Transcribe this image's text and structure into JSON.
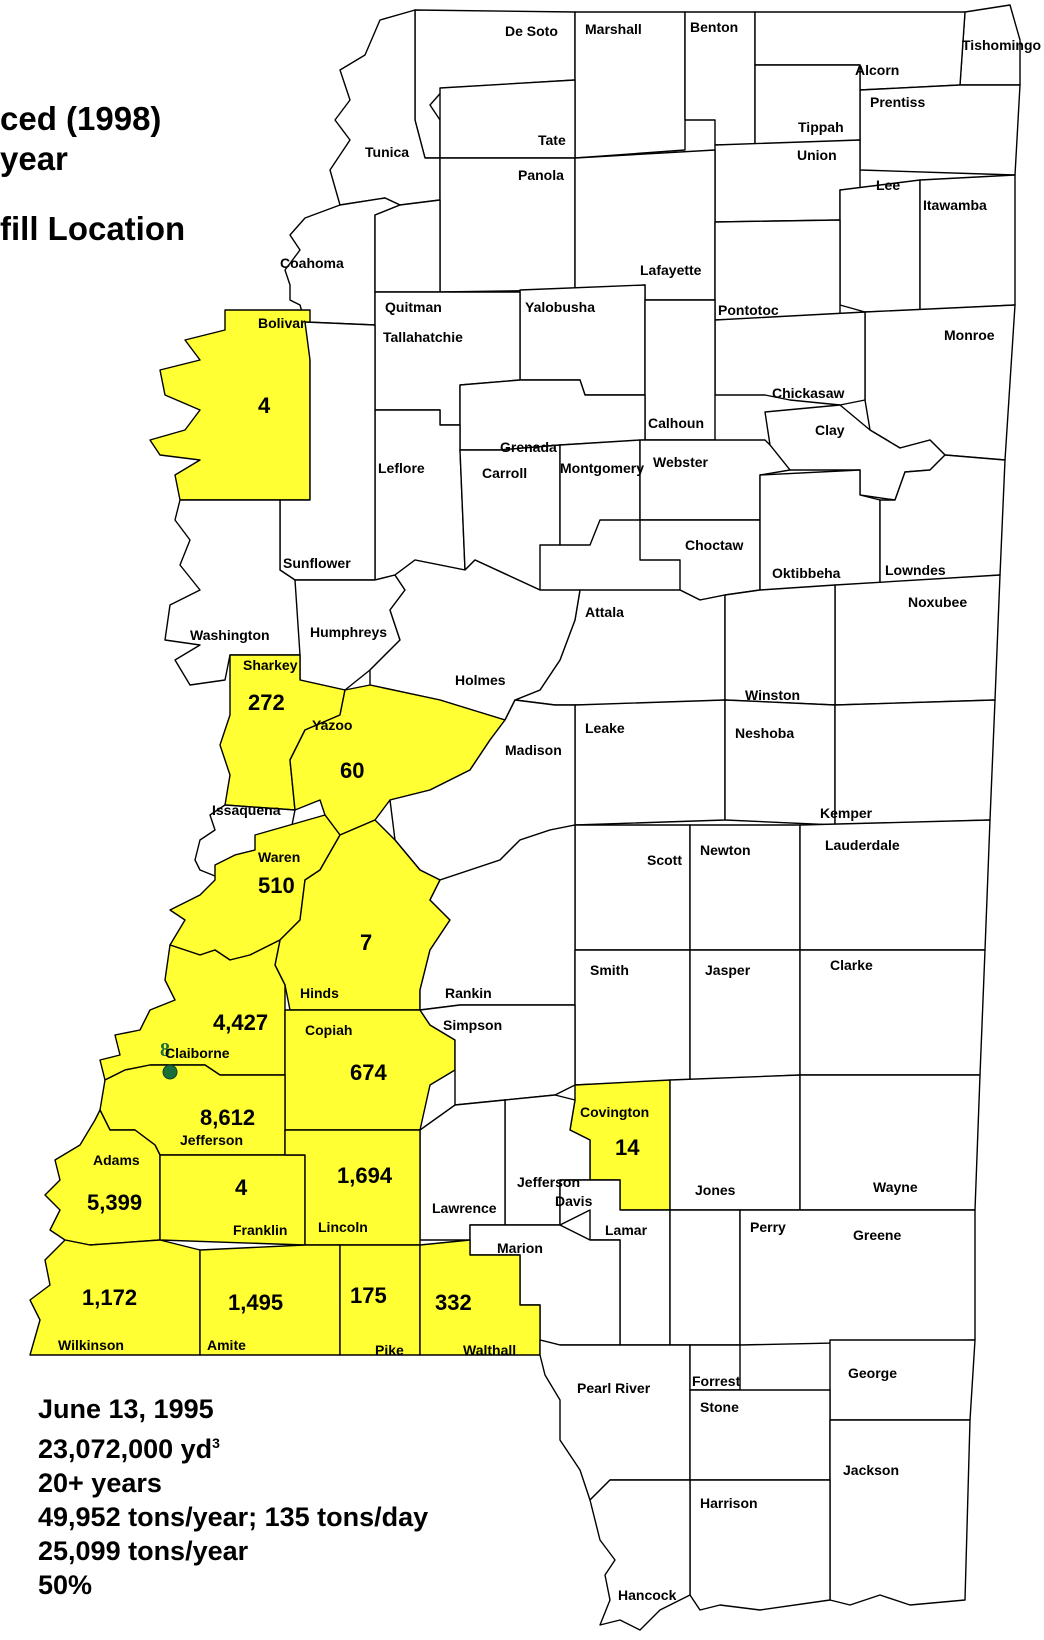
{
  "legend": {
    "line1": "ced (1998)",
    "line2": "year",
    "line3": "fill Location"
  },
  "landfill_marker": {
    "label": "8",
    "color": "#1a6e3a"
  },
  "colors": {
    "highlight": "#ffff33",
    "outline": "#000000"
  },
  "stats": {
    "date": "June 13, 1995",
    "volume": "23,072,000 yd",
    "volume_sup": "3",
    "years": "20+ years",
    "rate": "49,952 tons/year; 135 tons/day",
    "tons": "25,099 tons/year",
    "percent": "50%"
  },
  "counties": {
    "desoto": "De Soto",
    "marshall": "Marshall",
    "benton": "Benton",
    "tishomingo": "Tishomingo",
    "alcorn": "Alcorn",
    "prentiss": "Prentiss",
    "tippah": "Tippah",
    "tunica": "Tunica",
    "tate": "Tate",
    "panola": "Panola",
    "union": "Union",
    "lee": "Lee",
    "itawamba": "Itawamba",
    "coahoma": "Coahoma",
    "lafayette": "Lafayette",
    "quitman": "Quitman",
    "yalobusha": "Yalobusha",
    "pontotoc": "Pontotoc",
    "bolivar": "Bolivar",
    "tallahatchie": "Tallahatchie",
    "monroe": "Monroe",
    "chickasaw": "Chickasaw",
    "calhoun": "Calhoun",
    "clay": "Clay",
    "grenada": "Grenada",
    "leflore": "Leflore",
    "carroll": "Carroll",
    "montgomery": "Montgomery",
    "webster": "Webster",
    "choctaw": "Choctaw",
    "sunflower": "Sunflower",
    "oktibbeha": "Oktibbeha",
    "lowndes": "Lowndes",
    "noxubee": "Noxubee",
    "attala": "Attala",
    "washington": "Washington",
    "humphreys": "Humphreys",
    "sharkey": "Sharkey",
    "holmes": "Holmes",
    "winston": "Winston",
    "yazoo": "Yazoo",
    "leake": "Leake",
    "neshoba": "Neshoba",
    "madison": "Madison",
    "issaquena": "Issaquena",
    "kemper": "Kemper",
    "warren": "Waren",
    "scott": "Scott",
    "newton": "Newton",
    "lauderdale": "Lauderdale",
    "hinds": "Hinds",
    "rankin": "Rankin",
    "smith": "Smith",
    "jasper": "Jasper",
    "clarke": "Clarke",
    "claiborne": "Claiborne",
    "copiah": "Copiah",
    "simpson": "Simpson",
    "covington": "Covington",
    "jefferson": "Jefferson",
    "adams": "Adams",
    "jeffdavis1": "Jefferson",
    "jeffdavis2": "Davis",
    "lawrence": "Lawrence",
    "jones": "Jones",
    "wayne": "Wayne",
    "franklin": "Franklin",
    "lincoln": "Lincoln",
    "lamar": "Lamar",
    "perry": "Perry",
    "greene": "Greene",
    "marion": "Marion",
    "wilkinson": "Wilkinson",
    "amite": "Amite",
    "pike": "Pike",
    "walthall": "Walthall",
    "pearlriver": "Pearl River",
    "forrest": "Forrest",
    "george": "George",
    "stone": "Stone",
    "jackson": "Jackson",
    "harrison": "Harrison",
    "hancock": "Hancock"
  },
  "values": {
    "bolivar": "4",
    "sharkey": "272",
    "yazoo": "60",
    "warren": "510",
    "hinds": "7",
    "claiborne": "4,427",
    "copiah": "674",
    "jefferson": "8,612",
    "adams": "5,399",
    "franklin": "4",
    "lincoln": "1,694",
    "covington": "14",
    "wilkinson": "1,172",
    "amite": "1,495",
    "pike": "175",
    "walthall": "332"
  }
}
